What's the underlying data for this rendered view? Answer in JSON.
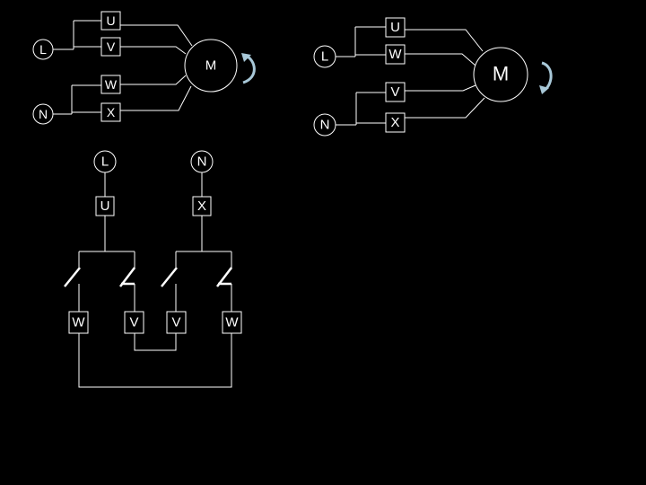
{
  "colors": {
    "background": "#000000",
    "stroke": "#ffffff",
    "arrow": "#a8c8d8"
  },
  "motor1": {
    "supply": {
      "line": "L",
      "neutral": "N"
    },
    "terminals": {
      "u": "U",
      "v": "V",
      "w": "W",
      "x": "X"
    },
    "motor": "M",
    "rotation_icon": "clockwise-arrow"
  },
  "motor2": {
    "supply": {
      "line": "L",
      "neutral": "N"
    },
    "terminals": {
      "u": "U",
      "w": "W",
      "v": "V",
      "x": "X"
    },
    "motor": "M",
    "rotation_icon": "counter-clockwise-arrow"
  },
  "reversing": {
    "supply": {
      "line": "L",
      "neutral": "N"
    },
    "top_terminals": {
      "u": "U",
      "x": "X"
    },
    "bottom_terminals": [
      "W",
      "V",
      "V",
      "W"
    ]
  }
}
